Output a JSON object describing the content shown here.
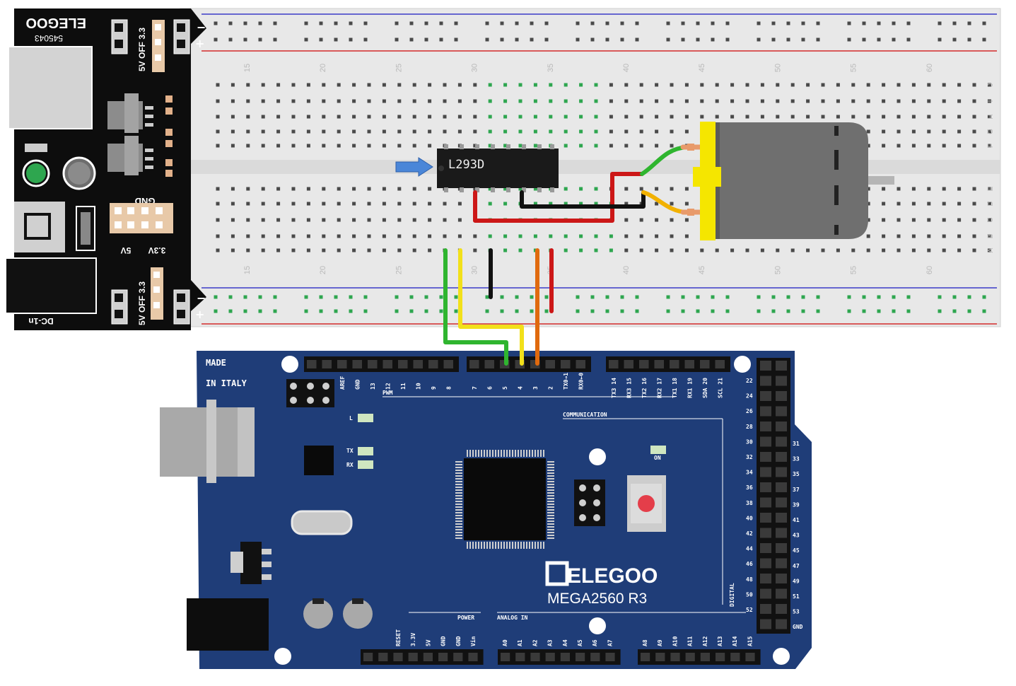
{
  "colors": {
    "board_blue": "#1f3d78",
    "board_dark": "#16305e",
    "breadboard": "#e9e9e9",
    "rail_red": "#d42b2b",
    "rail_blue": "#3a3ac8",
    "wire_green": "#2fb52f",
    "wire_yellow": "#f2e01a",
    "wire_black": "#111111",
    "wire_orange": "#e06a0e",
    "wire_red": "#cc1717",
    "motor_yellow": "#f5e600",
    "motor_gray": "#6f6f6f",
    "arrow_blue": "#4a86d8",
    "led_green": "#2ea64f"
  },
  "power_module": {
    "brand": "ELEGOO",
    "model": "545043",
    "jumper_label": "5V OFF 3.3",
    "gnd_label": "GND",
    "v5_label": "5V",
    "v33_label": "3.3V",
    "dc_label": "DC-1n",
    "minus": "−",
    "plus": "+"
  },
  "breadboard": {
    "column_numbers": [
      "15",
      "20",
      "25",
      "30",
      "35",
      "40",
      "45",
      "50",
      "55",
      "60"
    ],
    "row_letters_top": [
      "J",
      "I",
      "H",
      "G",
      "F"
    ],
    "row_letters_bottom": [
      "E",
      "D",
      "C",
      "B",
      "A"
    ]
  },
  "chip": {
    "label": "L293D"
  },
  "arduino": {
    "made_line1": "MADE",
    "made_line2": "IN ITALY",
    "brand": "ELEGOO",
    "model": "MEGA2560  R3",
    "pwm_label": "PWM",
    "communication_label": "COMMUNICATION",
    "power_label": "POWER",
    "analog_label": "ANALOG   IN",
    "digital_label": "DIGITAL",
    "led_l": "L",
    "led_tx": "TX",
    "led_rx": "RX",
    "led_on": "ON",
    "top_left_pins": [
      "AREF",
      "GND",
      "13",
      "12",
      "11",
      "10",
      "9",
      "8"
    ],
    "top_mid_pins": [
      "7",
      "6",
      "5",
      "4",
      "3",
      "2",
      "TX0→1",
      "RX0←0"
    ],
    "top_right_pins": [
      "TX3 14",
      "RX3 15",
      "TX2 16",
      "RX2 17",
      "TX1 18",
      "RX1 19",
      "SDA 20",
      "SCL 21"
    ],
    "power_pins": [
      "RESET",
      "3.3V",
      "5V",
      "GND",
      "GND",
      "Vin"
    ],
    "analog_pins_a": [
      "A0",
      "A1",
      "A2",
      "A3",
      "A4",
      "A5",
      "A6",
      "A7"
    ],
    "analog_pins_b": [
      "A8",
      "A9",
      "A10",
      "A11",
      "A12",
      "A13",
      "A14",
      "A15"
    ],
    "digital_left": [
      "22",
      "24",
      "26",
      "28",
      "30",
      "32",
      "34",
      "36",
      "38",
      "40",
      "42",
      "44",
      "46",
      "48",
      "50",
      "52"
    ],
    "digital_right": [
      "31",
      "33",
      "35",
      "37",
      "39",
      "41",
      "43",
      "45",
      "47",
      "49",
      "51",
      "53",
      "GND"
    ]
  }
}
